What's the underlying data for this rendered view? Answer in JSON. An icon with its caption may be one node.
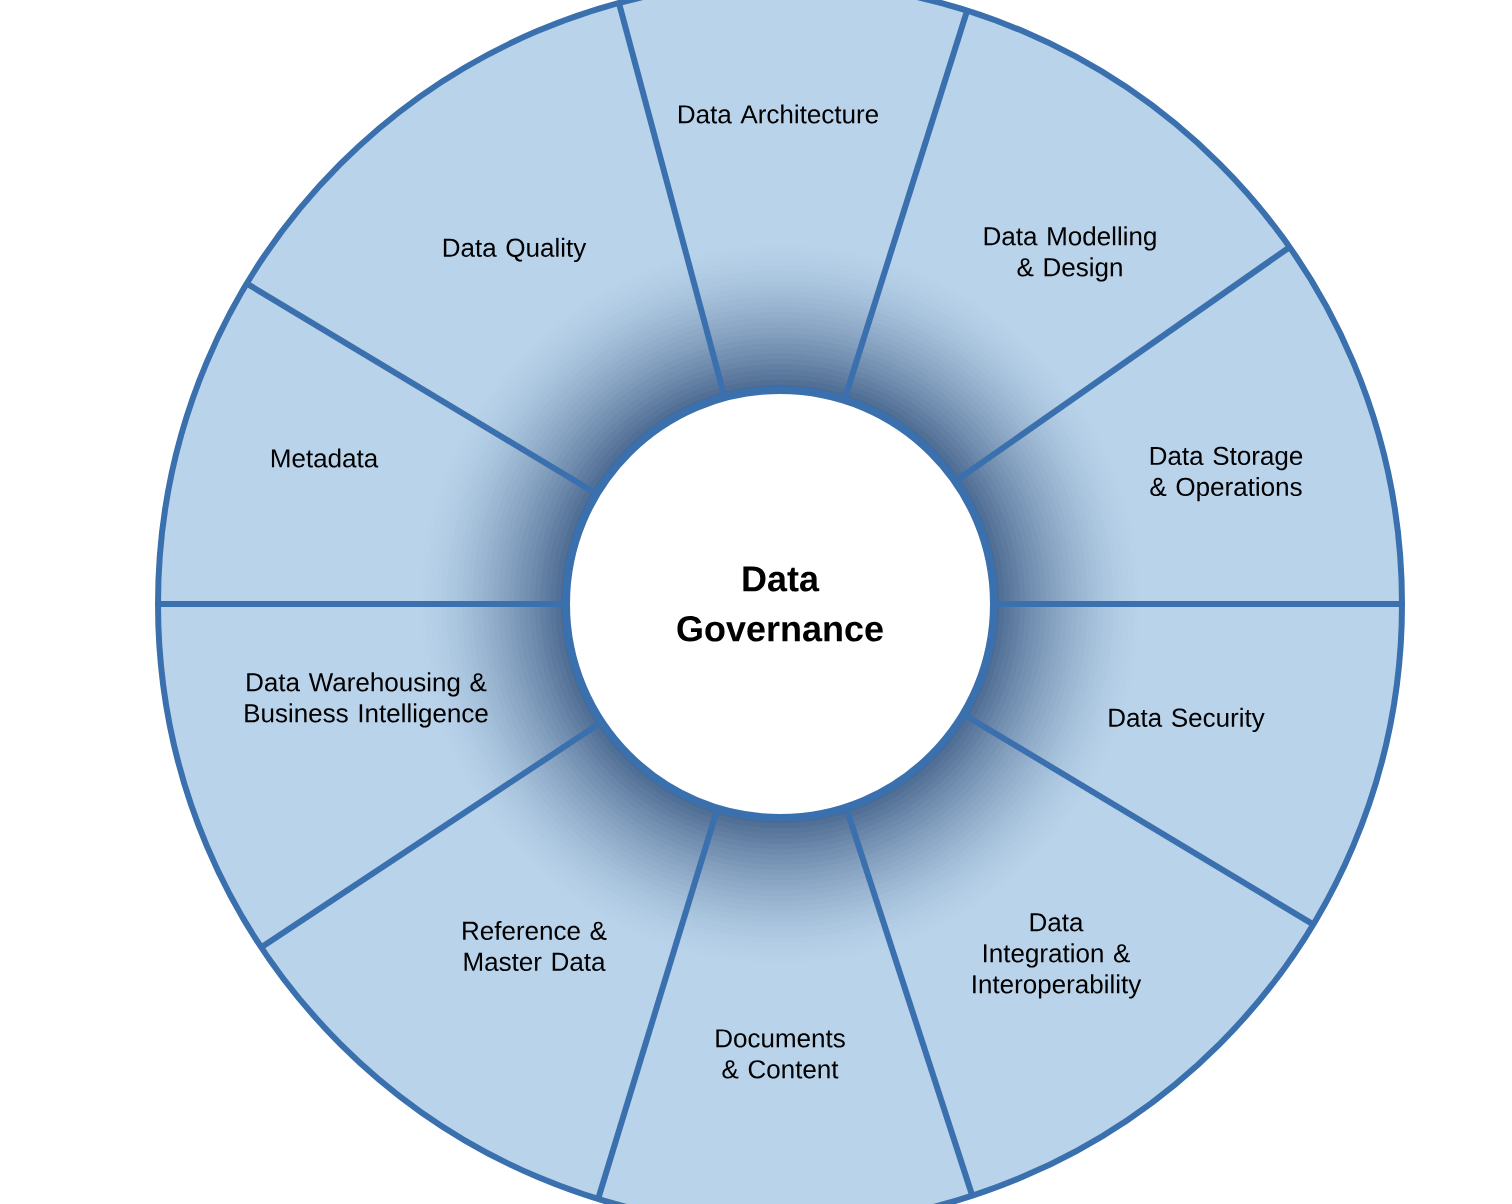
{
  "diagram": {
    "nodes": [
      {
        "text": [
          "Data Governance"
        ]
      },
      {
        "text": [
          "Data Architecture"
        ]
      },
      {
        "text": [
          "Data Modelling & Design"
        ]
      },
      {
        "text": [
          "Data Storage & Operations"
        ]
      },
      {
        "text": [
          "Data Security"
        ]
      },
      {
        "text": [
          "Data Integration & Interoperability"
        ]
      },
      {
        "text": [
          "Documents & Content"
        ]
      },
      {
        "text": [
          "Reference & Master Data"
        ]
      },
      {
        "text": [
          "Data Warehousing & Business Intelligence"
        ]
      },
      {
        "text": [
          "Metadata"
        ]
      },
      {
        "text": [
          "Data Quality"
        ]
      }
    ]
  }
}
